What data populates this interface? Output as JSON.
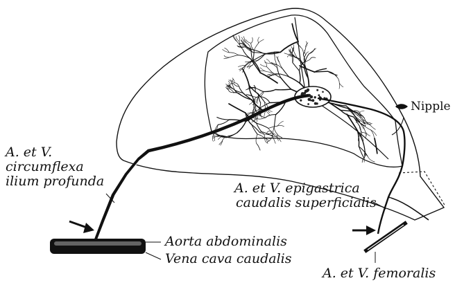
{
  "labels": {
    "circumflexa": [
      "A. et V.",
      "circumflexa",
      "ilium profunda"
    ],
    "nipple": "Nipple",
    "epigastrica": [
      "A. et V. epigastrica",
      "caudalis superficialis"
    ],
    "aorta": "Aorta abdominalis",
    "vena_cava": "Vena cava caudalis",
    "femoralis": "A. et V. femoralis"
  },
  "colors": {
    "ink": "#111111",
    "background": "#ffffff",
    "gland_tissue": "#ffffff",
    "lymph_node": "#222222"
  }
}
